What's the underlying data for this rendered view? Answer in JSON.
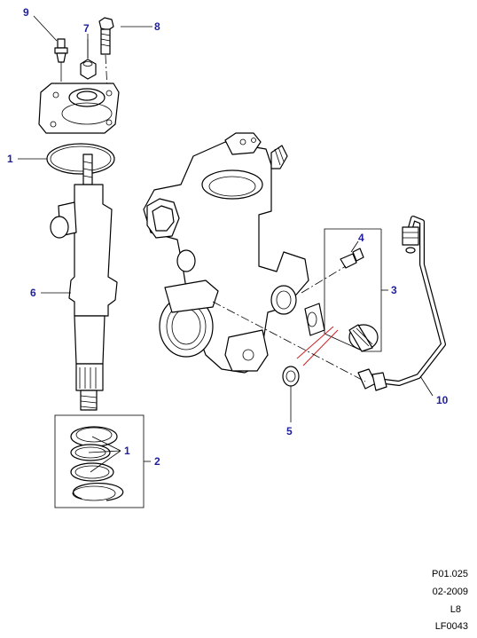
{
  "colors": {
    "callout": "#1f1f9e",
    "line": "#000000",
    "accent": "#cc2222"
  },
  "callouts": {
    "c1_top": "1",
    "c1_seals": "1",
    "c2": "2",
    "c3": "3",
    "c4": "4",
    "c5": "5",
    "c6": "6",
    "c7": "7",
    "c8": "8",
    "c9": "9",
    "c10": "10"
  },
  "reference": {
    "code": "P01.025",
    "date": "02-2009",
    "model": "L8",
    "figure_id": "LF0043"
  }
}
